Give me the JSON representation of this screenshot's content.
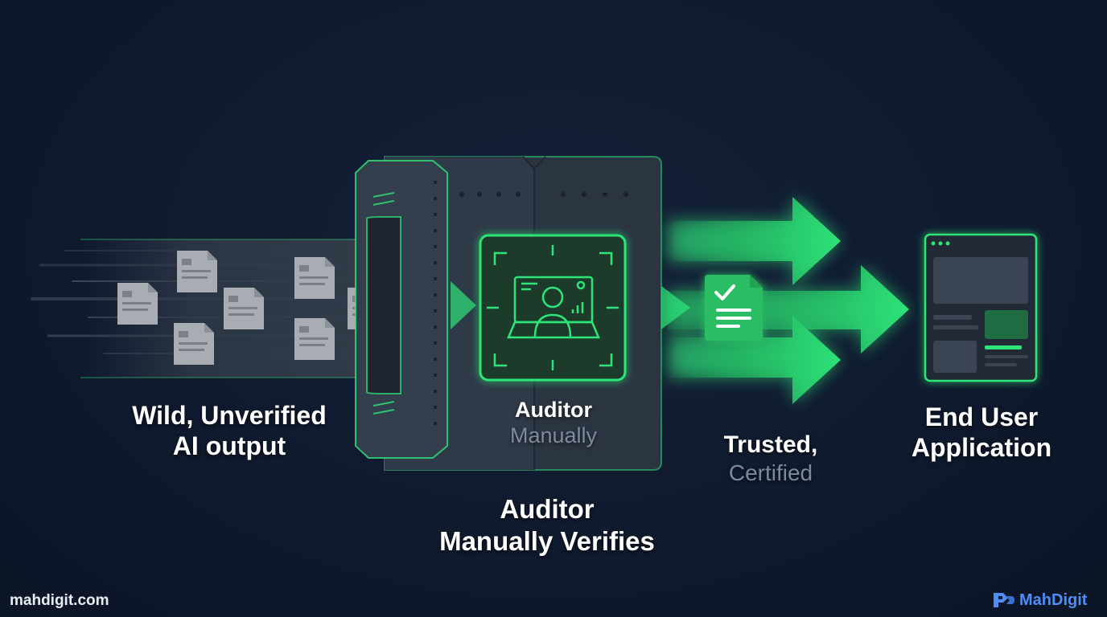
{
  "stages": {
    "input": {
      "line1": "Wild, Unverified",
      "line2": "AI output"
    },
    "auditor_screen": {
      "title": "Auditor",
      "subtitle": "Manually"
    },
    "auditor": {
      "line1": "Auditor",
      "line2": "Manually Verifies"
    },
    "output": {
      "line1": "Trusted,",
      "line2": "Certified"
    },
    "destination": {
      "line1": "End User",
      "line2": "Application"
    }
  },
  "footer": {
    "site": "mahdigit.com",
    "brand": "MahDigit"
  },
  "colors": {
    "background": "#0f1a2e",
    "accent_green": "#2ee57a",
    "document_gray": "#a8acb3",
    "brand_blue": "#4f8df5"
  },
  "icons": [
    "document-icon",
    "auditor-person-icon",
    "certified-document-icon",
    "app-window-icon",
    "brand-logo-icon"
  ]
}
